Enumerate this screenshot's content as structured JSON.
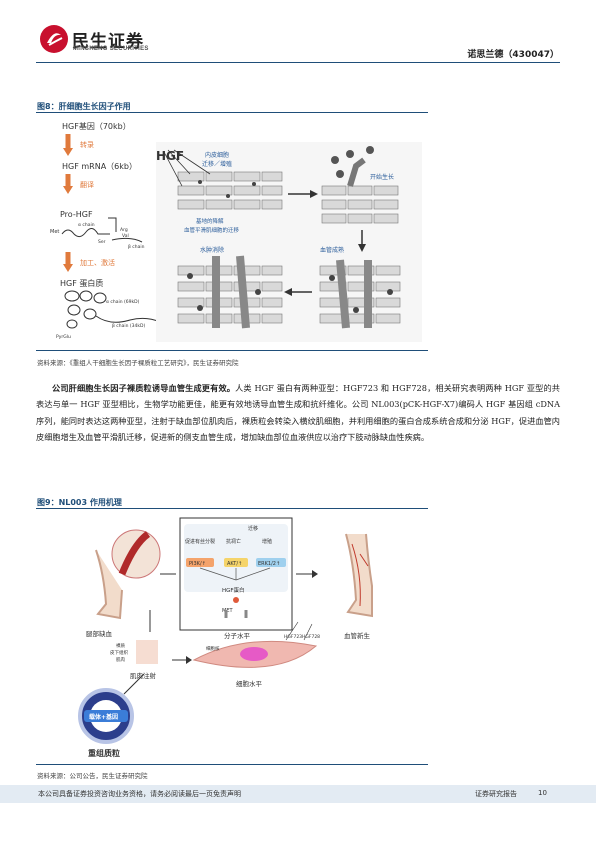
{
  "header": {
    "brand_cn": "民生证券",
    "brand_en": "MINSHENG SECURITIES",
    "stock": "诺思兰德（430047）"
  },
  "figure8": {
    "title": "图8：肝细胞生长因子作用",
    "source": "资料来源：《重组人干细胞生长因子裸质粒工艺研究》，民生证券研究院",
    "left_labels": {
      "gene": "HGF基因（70kb）",
      "transcription": "转录",
      "mrna": "HGF mRNA（6kb）",
      "translation": "翻译",
      "pro": "Pro-HGF",
      "processing": "加工、激活",
      "protein": "HGF 蛋白质",
      "met": "Met",
      "alpha_chain": "α chain",
      "arg": "Arg",
      "val": "Val",
      "ser": "Ser",
      "beta_chain": "β chain",
      "alpha_kda": "α chain (69kD)",
      "beta_kda": "β chain (34kD)",
      "pyroglu": "PyrGlu"
    },
    "right_labels": {
      "hgf": "HGF",
      "endothelial": "内皮细胞",
      "migrate_grow": "迁移／增殖",
      "start_growth": "开始生长",
      "degrade1": "基地的降解",
      "degrade2": "血管平滑肌细胞的迁移",
      "edema": "水肿消除",
      "mature": "血管成熟"
    }
  },
  "paragraph": {
    "lead": "公司肝细胞生长因子裸质粒诱导血管生成更有效。",
    "body": "人类 HGF 蛋白有两种亚型：HGF723 和 HGF728，相关研究表明两种 HGF 亚型的共表达与单一 HGF 亚型相比，生物学功能更佳，能更有效地诱导血管生成和抗纤维化。公司 NL003(pCK-HGF-X7)编码人 HGF 基因组 cDNA 序列，能同时表达这两种亚型，注射于缺血部位肌肉后，裸质粒会转染入横纹肌细胞，并利用细胞的蛋白合成系统合成和分泌 HGF，促进血管内皮细胞增生及血管平滑肌迁移，促进新的侧支血管生成，增加缺血部位血液供应以治疗下肢动脉缺血性疾病。"
  },
  "figure9": {
    "title": "图9：NL003 作用机理",
    "source": "资料来源：公司公告，民生证券研究院",
    "labels": {
      "promote_cell_division": "促进有丝分裂",
      "anti_apoptosis": "抗凋亡",
      "migration": "迁移",
      "proliferation": "增殖",
      "pi3k": "PI3K/↑",
      "akt": "AKT/↑",
      "erk": "ERK1/2↑",
      "hgf_protein": "HGF蛋白",
      "met": "MET",
      "molecular": "分子水平",
      "leg_ischemia": "腿部缺血",
      "angiogenesis": "血管新生",
      "plasmid_injection": "肌肉注射",
      "plasmid_desc1": "裸质",
      "plasmid_desc2": "皮下组织",
      "plasmid_desc3": "肌肉",
      "hgf723": "HGF723",
      "hgf728": "HGF728",
      "nucleus": "细胞核",
      "cellular": "细胞水平",
      "carrier_gene": "载体+基因",
      "recombinant": "重组质粒"
    }
  },
  "footer": {
    "disclaimer": "本公司具备证券投资咨询业务资格，请务必阅读最后一页免责声明",
    "report_type": "证券研究报告",
    "page": "10"
  }
}
